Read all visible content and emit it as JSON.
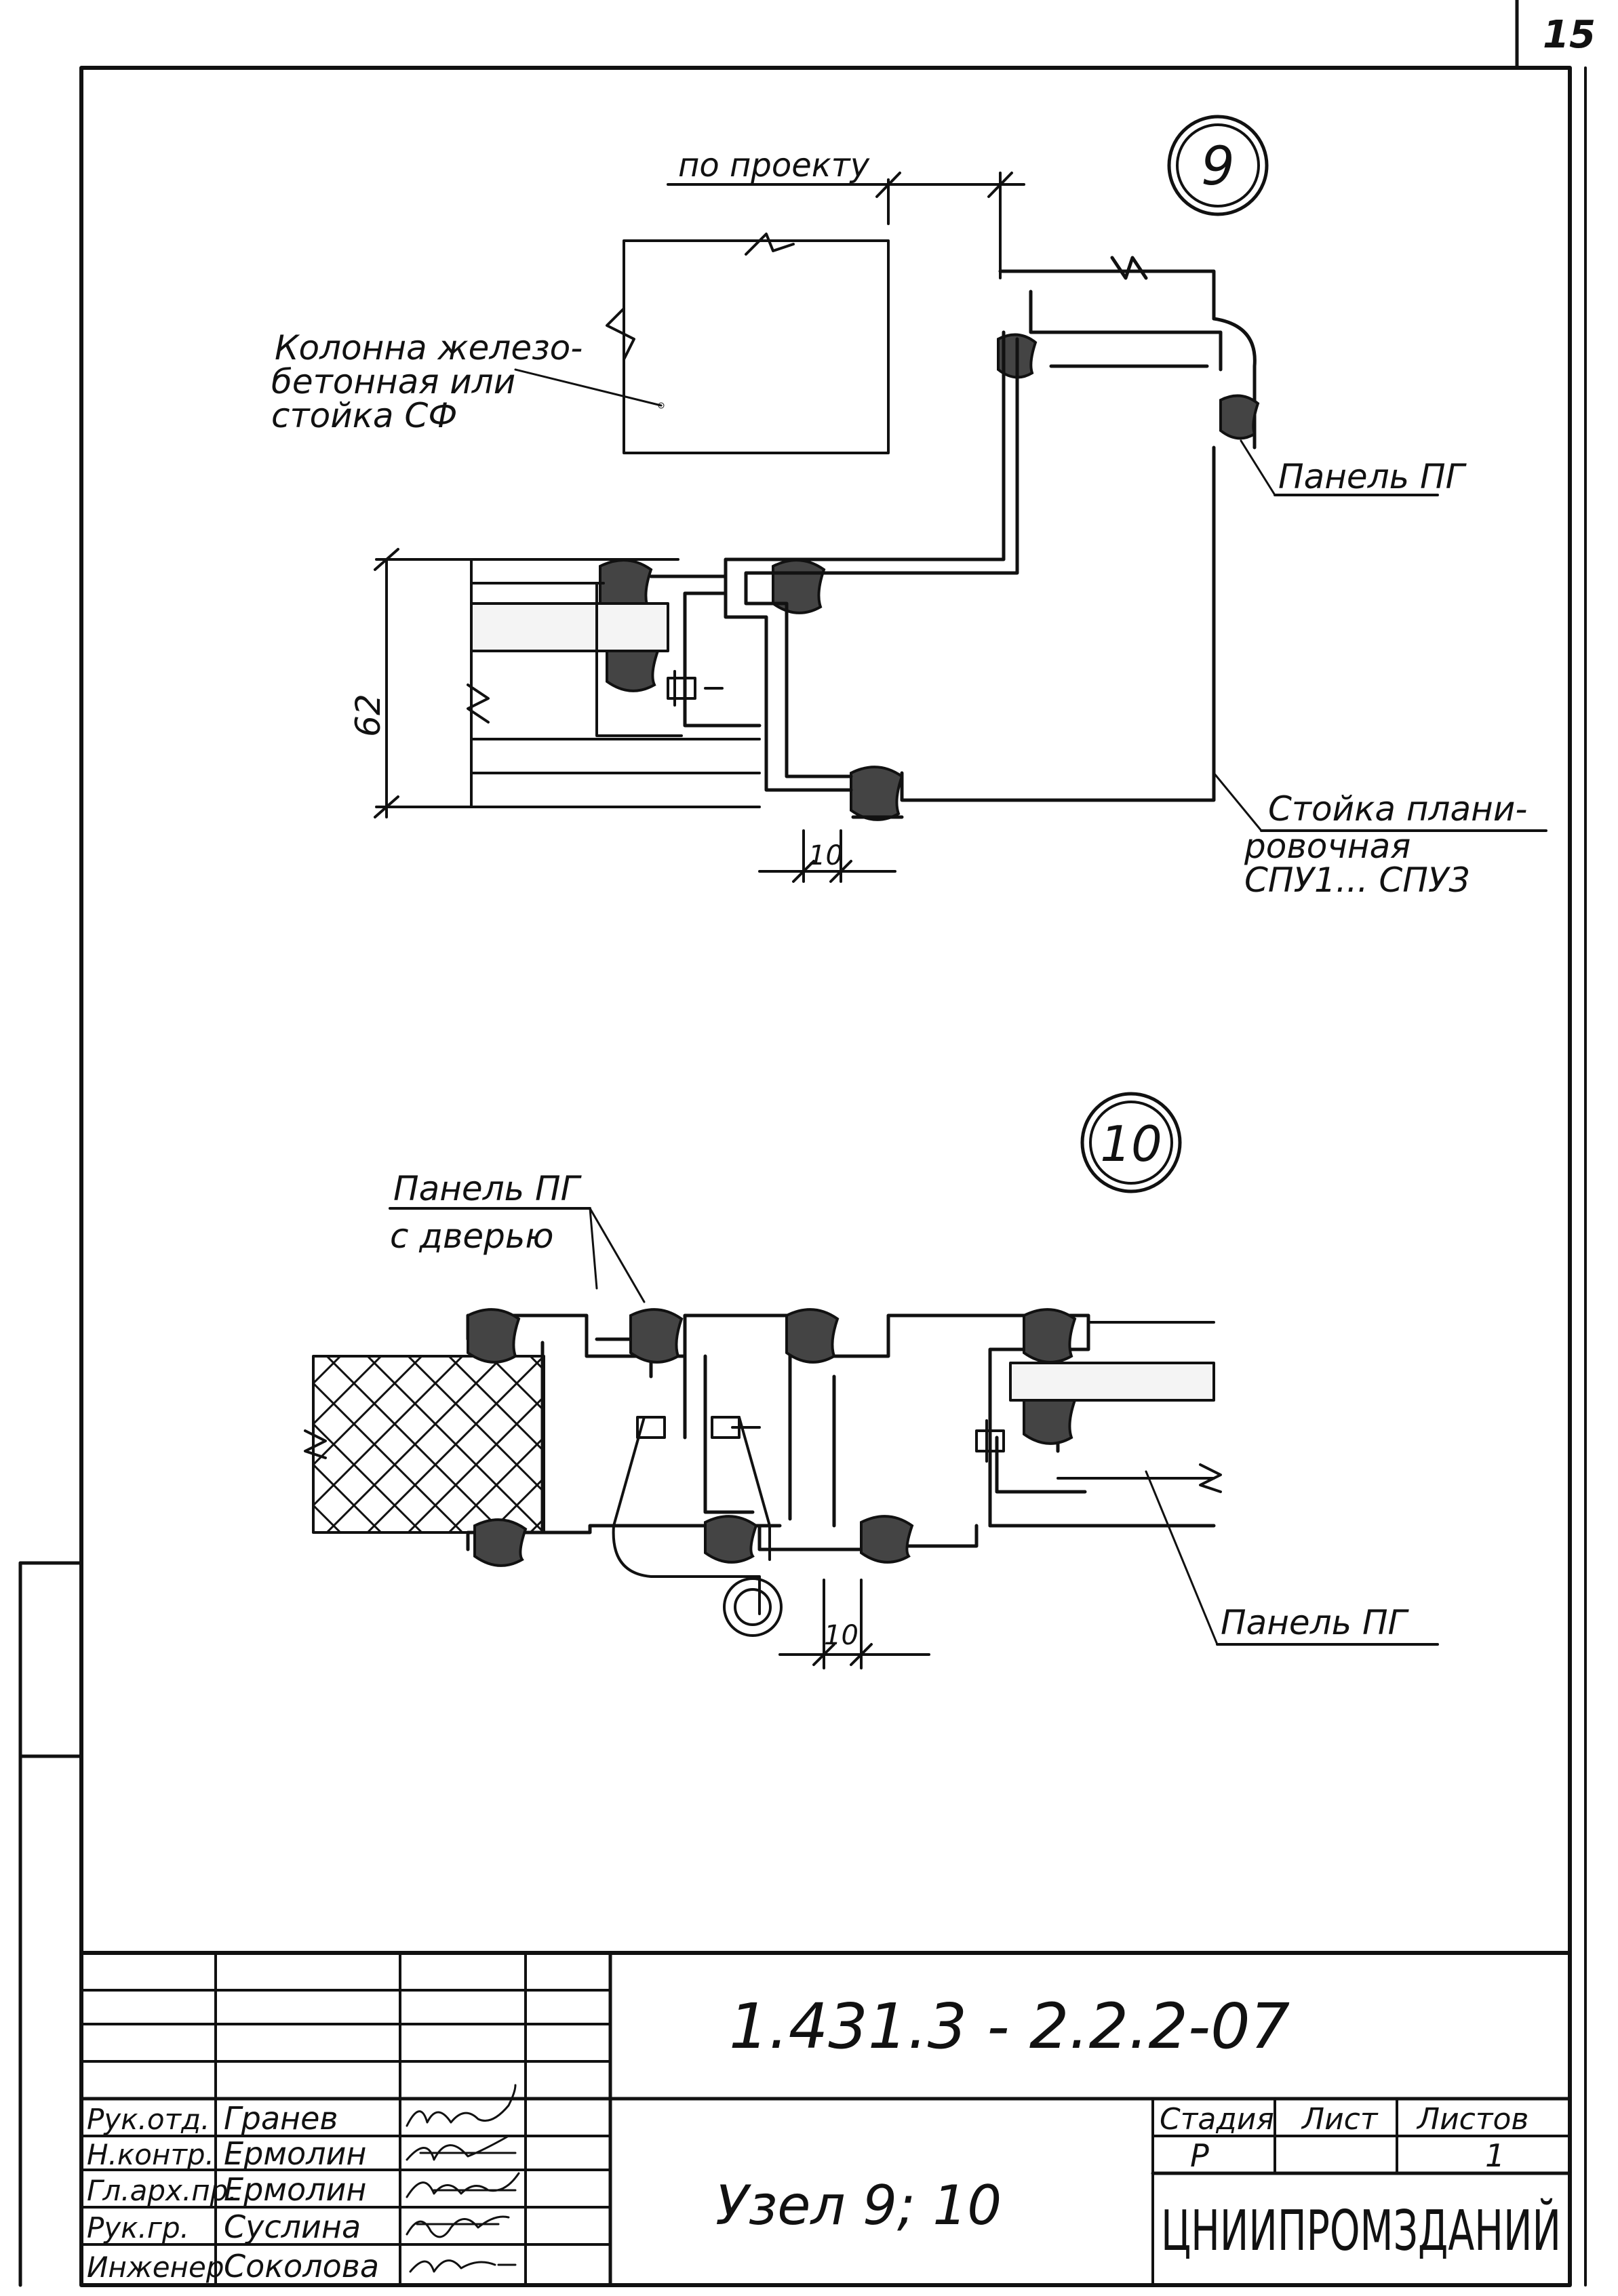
{
  "sheet": {
    "page_number": "15"
  },
  "node9": {
    "number": "9",
    "labels": {
      "dimension_top": "по проекту",
      "column": [
        "Колонна железо-",
        "бетонная или",
        "стойка СФ"
      ],
      "panel": "Панель ПГ",
      "post": [
        "Стойка плани-",
        "ровочная",
        "СПУ1... СПУ3"
      ]
    },
    "dims": {
      "height": "62",
      "gap": "10"
    }
  },
  "node10": {
    "number": "10",
    "labels": {
      "panel_door": [
        "Панель ПГ",
        "с дверью"
      ],
      "panel": "Панель ПГ"
    },
    "dims": {
      "gap": "10"
    }
  },
  "title_block": {
    "designation": "1.431.3 - 2.2.2-07",
    "title": "Узел 9; 10",
    "headers": {
      "stage": "Стадия",
      "sheet": "Лист",
      "sheets": "Листов"
    },
    "stage": "Р",
    "sheet": "",
    "sheets": "1",
    "organization": "ЦНИИПРОМЗДАНИЙ",
    "staff": [
      {
        "role": "Рук.отд.",
        "name": "Гранев"
      },
      {
        "role": "Н.контр.",
        "name": "Ермолин"
      },
      {
        "role": "Гл.арх.пр.",
        "name": "Ермолин"
      },
      {
        "role": "Рук.гр.",
        "name": "Суслина"
      },
      {
        "role": "Инженер",
        "name": "Соколова"
      }
    ]
  }
}
